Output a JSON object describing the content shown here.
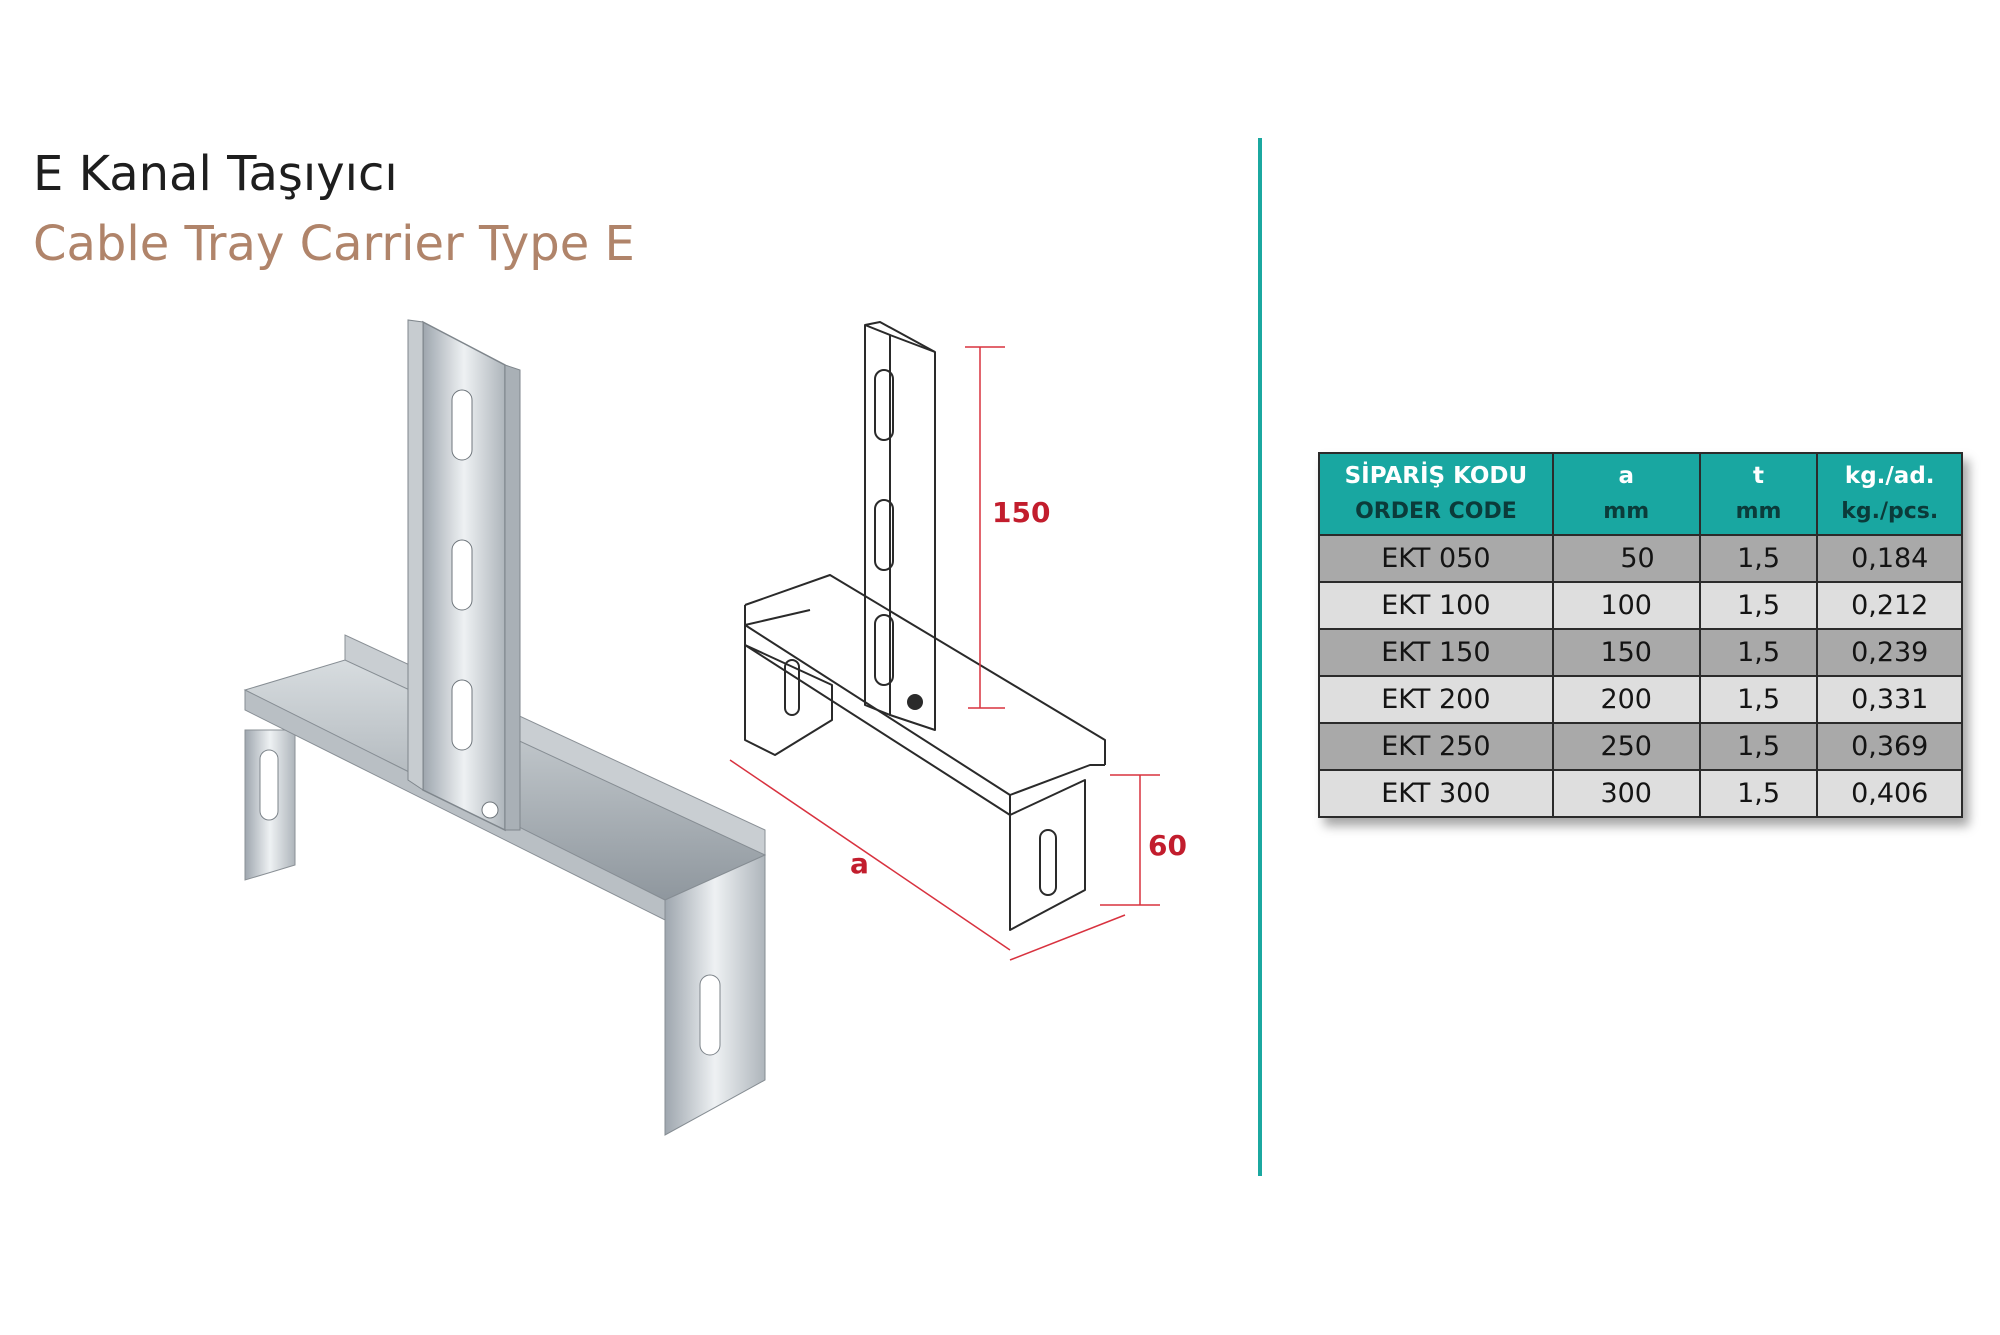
{
  "title_tr": "E Kanal Taşıyıcı",
  "title_en": "Cable Tray Carrier Type E",
  "colors": {
    "accent": "#19a7a1",
    "dimension": "#c21d2d",
    "subtitle": "#b0846a"
  },
  "dimensions": {
    "height_label": "150",
    "depth_label": "60",
    "length_label": "a"
  },
  "table": {
    "headers": [
      {
        "line1": "SİPARİŞ KODU",
        "line2": "ORDER CODE"
      },
      {
        "line1": "a",
        "line2": "mm"
      },
      {
        "line1": "t",
        "line2": "mm"
      },
      {
        "line1": "kg./ad.",
        "line2": "kg./pcs."
      }
    ],
    "rows": [
      {
        "code": "EKT 050",
        "a": "50",
        "t": "1,5",
        "kg": "0,184"
      },
      {
        "code": "EKT 100",
        "a": "100",
        "t": "1,5",
        "kg": "0,212"
      },
      {
        "code": "EKT 150",
        "a": "150",
        "t": "1,5",
        "kg": "0,239"
      },
      {
        "code": "EKT 200",
        "a": "200",
        "t": "1,5",
        "kg": "0,331"
      },
      {
        "code": "EKT 250",
        "a": "250",
        "t": "1,5",
        "kg": "0,369"
      },
      {
        "code": "EKT 300",
        "a": "300",
        "t": "1,5",
        "kg": "0,406"
      }
    ]
  }
}
